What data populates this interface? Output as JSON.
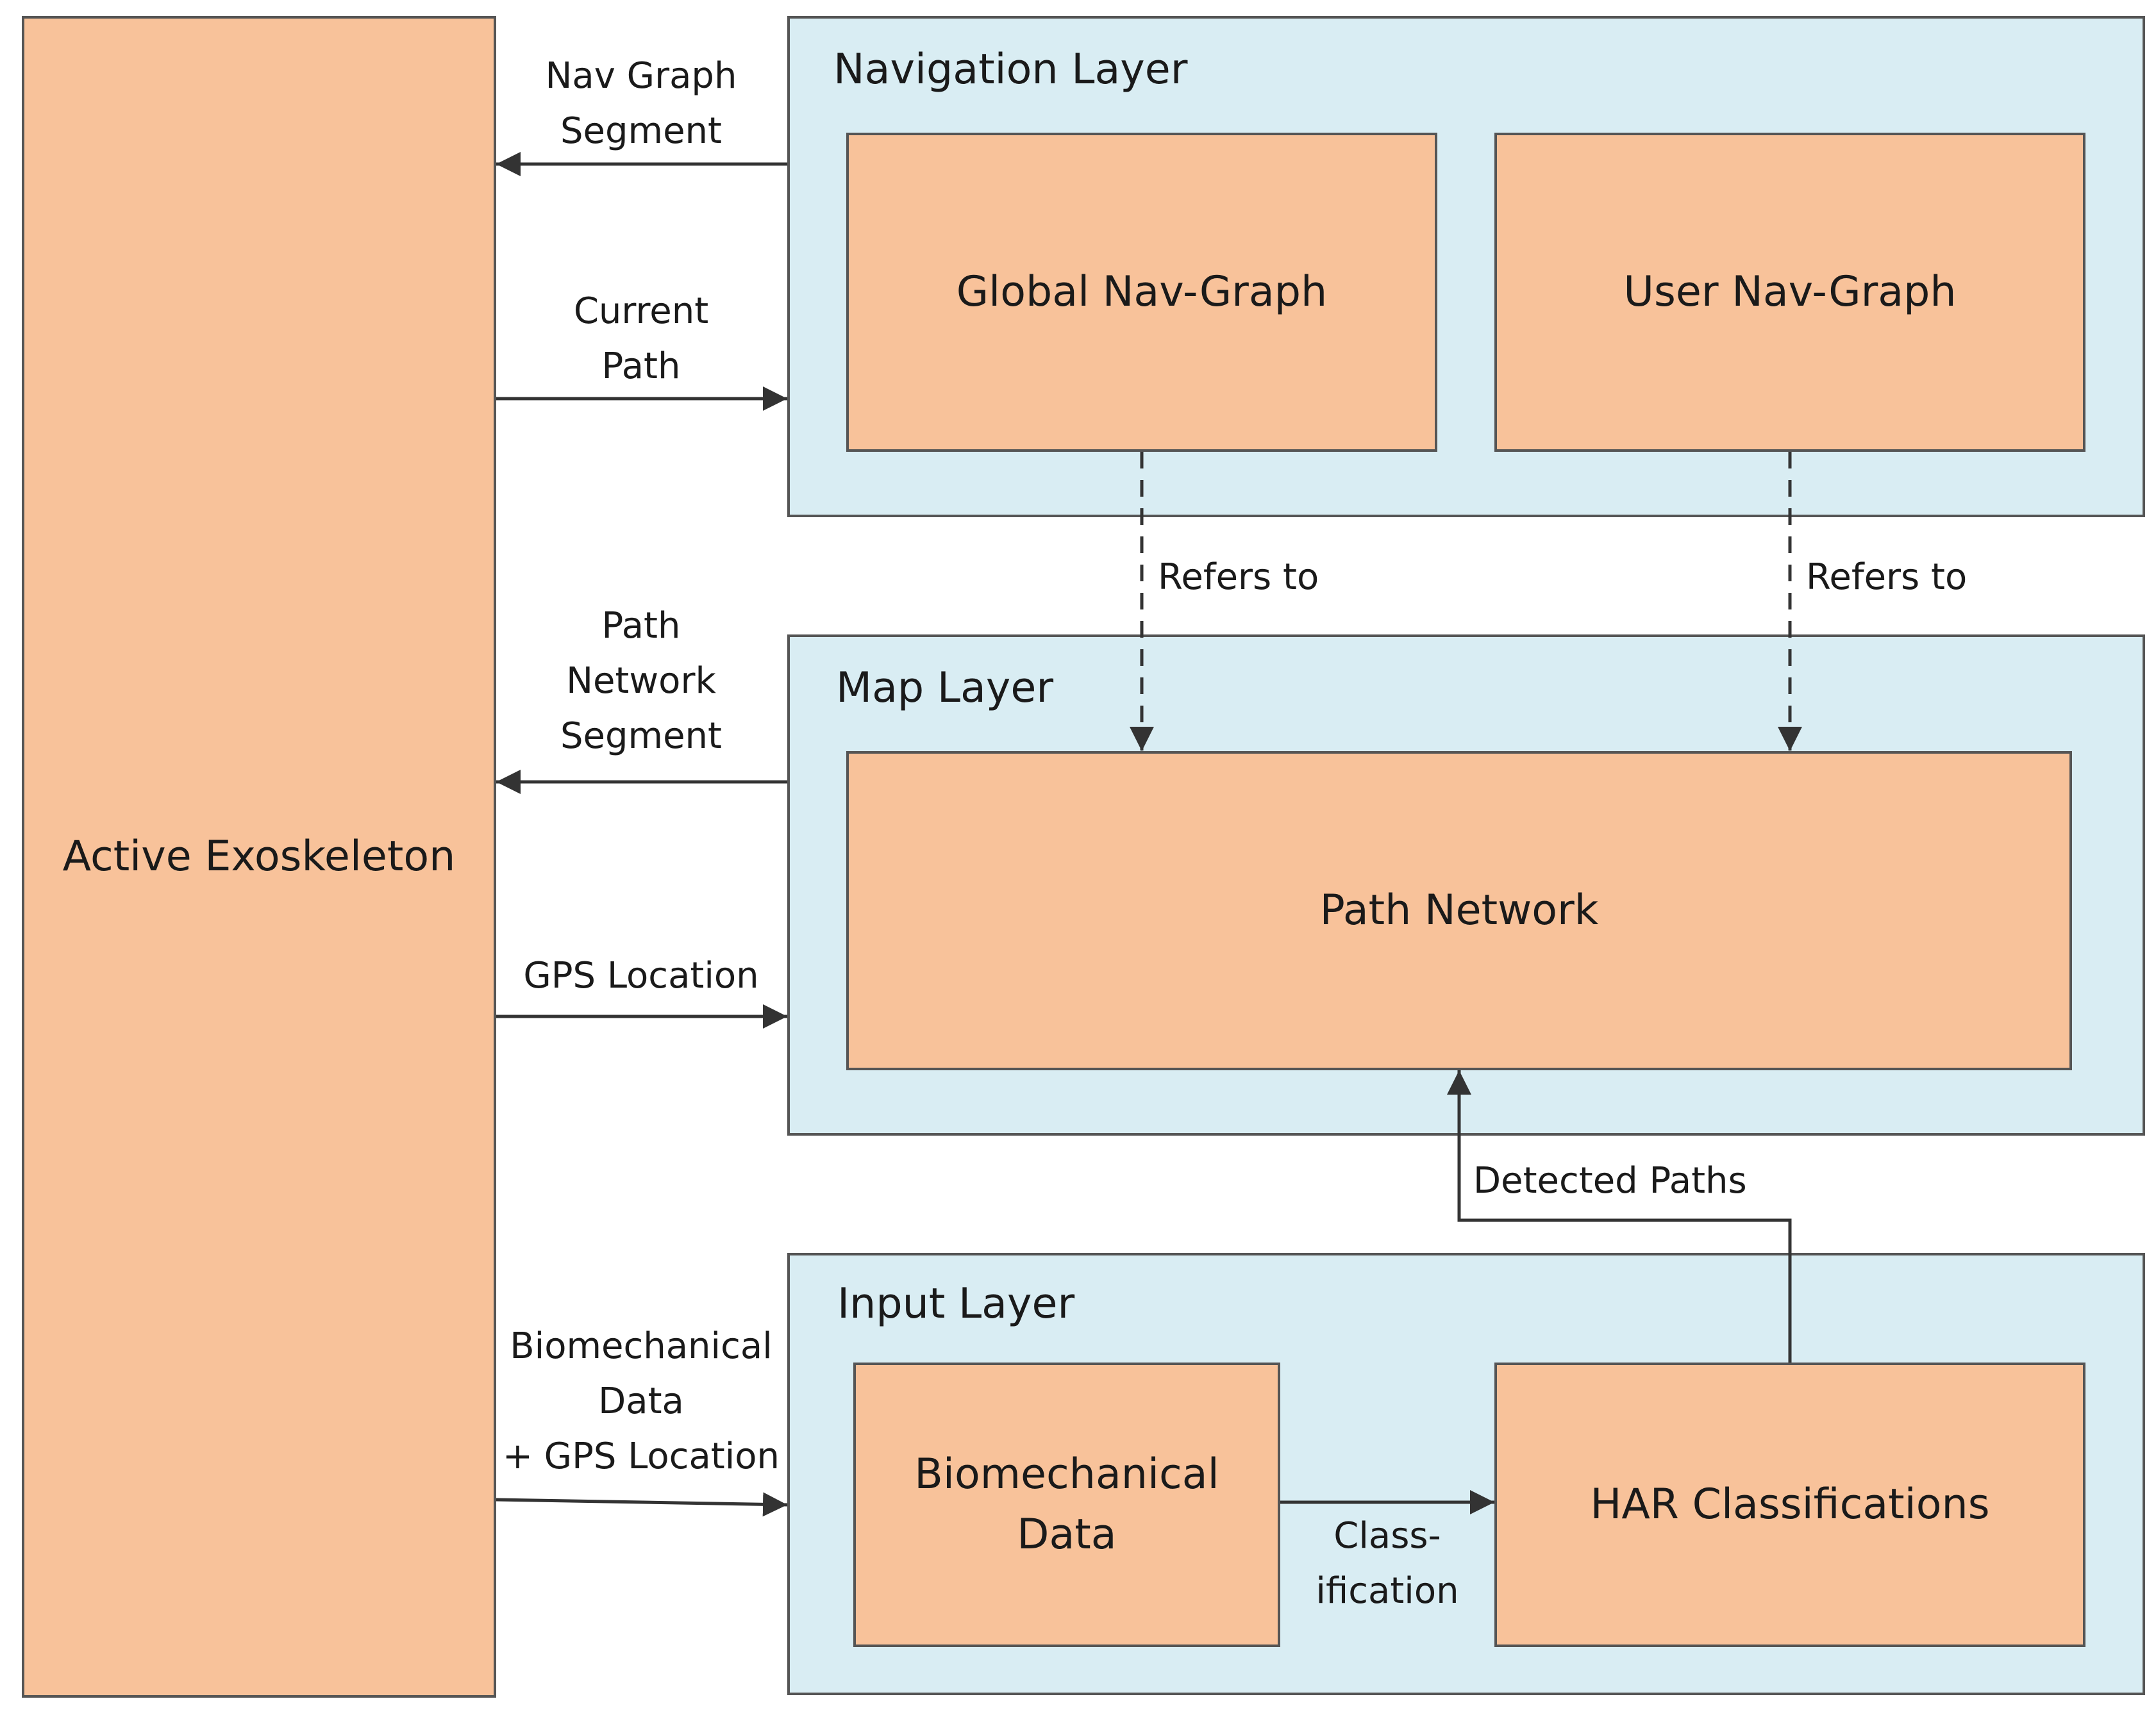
{
  "blocks": {
    "exoskeleton": "Active Exoskeleton",
    "global_nav_graph": "Global Nav-Graph",
    "user_nav_graph": "User Nav-Graph",
    "path_network": "Path Network",
    "biomech_line1": "Biomechanical",
    "biomech_line2": "Data",
    "har": "HAR Classifications"
  },
  "layers": {
    "navigation": "Navigation Layer",
    "map": "Map Layer",
    "input": "Input Layer"
  },
  "edges": {
    "nav_graph_segment_l1": "Nav Graph",
    "nav_graph_segment_l2": "Segment",
    "current_path_l1": "Current",
    "current_path_l2": "Path",
    "path_network_segment_l1": "Path",
    "path_network_segment_l2": "Network",
    "path_network_segment_l3": "Segment",
    "gps_location": "GPS Location",
    "biomech_gps_l1": "Biomechanical",
    "biomech_gps_l2": "Data",
    "biomech_gps_l3": "+ GPS Location",
    "refers_to_global": "Refers to",
    "refers_to_user": "Refers to",
    "detected_paths": "Detected Paths",
    "classification_l1": "Class-",
    "classification_l2": "ification"
  },
  "colors": {
    "block_fill": "#f8c29a",
    "layer_fill": "#d9edf3",
    "border": "#555555",
    "arrow": "#333333"
  }
}
